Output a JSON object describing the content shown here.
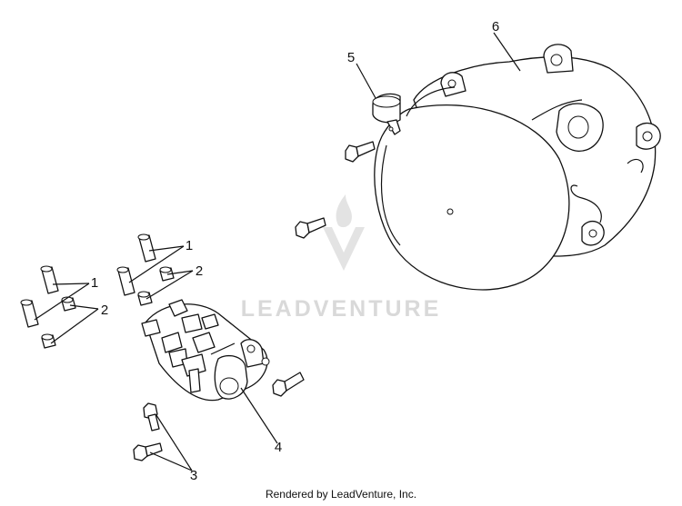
{
  "callouts": {
    "c1": "1",
    "c2": "2",
    "c3": "3",
    "c4": "4",
    "c5": "5",
    "c6": "6",
    "c1b": "1",
    "c2b": "2"
  },
  "watermark": {
    "text": "LEADVENTURE"
  },
  "footer": {
    "text": "Rendered by LeadVenture, Inc."
  }
}
